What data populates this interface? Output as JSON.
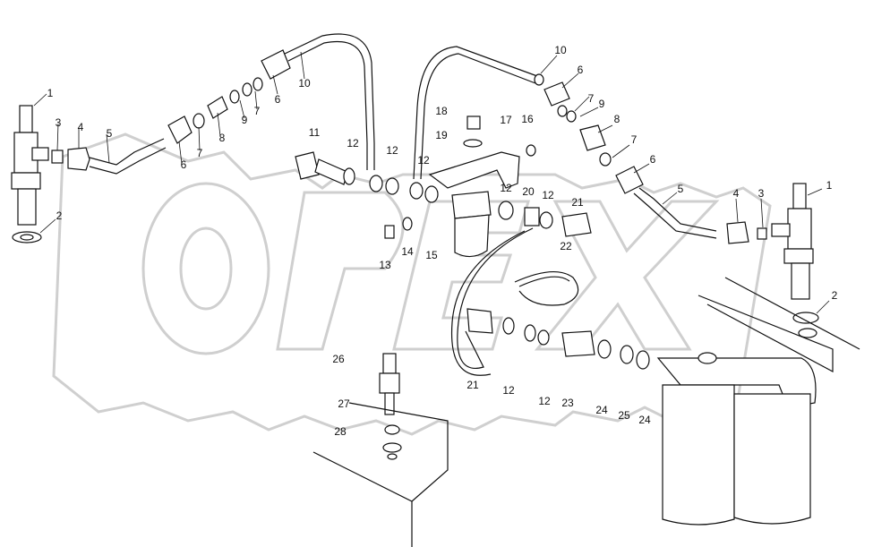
{
  "watermark": "OPEX",
  "colors": {
    "line": "#111111",
    "watermark": "#cfcfcf",
    "background": "#ffffff"
  },
  "callouts": [
    "1",
    "2",
    "3",
    "4",
    "5",
    "6",
    "7",
    "8",
    "9",
    "10",
    "11",
    "12",
    "13",
    "14",
    "15",
    "16",
    "17",
    "18",
    "19",
    "20",
    "21",
    "22",
    "23",
    "24",
    "25",
    "26",
    "27",
    "28"
  ],
  "labels": [
    {
      "n": "1"
    },
    {
      "n": "2"
    },
    {
      "n": "3"
    },
    {
      "n": "4"
    },
    {
      "n": "5"
    },
    {
      "n": "6"
    },
    {
      "n": "7"
    },
    {
      "n": "8"
    },
    {
      "n": "9"
    },
    {
      "n": "7"
    },
    {
      "n": "6"
    },
    {
      "n": "10"
    },
    {
      "n": "10"
    },
    {
      "n": "6"
    },
    {
      "n": "7"
    },
    {
      "n": "9"
    },
    {
      "n": "8"
    },
    {
      "n": "7"
    },
    {
      "n": "6"
    },
    {
      "n": "5"
    },
    {
      "n": "4"
    },
    {
      "n": "3"
    },
    {
      "n": "1"
    },
    {
      "n": "2"
    },
    {
      "n": "11"
    },
    {
      "n": "12"
    },
    {
      "n": "12"
    },
    {
      "n": "12"
    },
    {
      "n": "18"
    },
    {
      "n": "19"
    },
    {
      "n": "17"
    },
    {
      "n": "16"
    },
    {
      "n": "12"
    },
    {
      "n": "20"
    },
    {
      "n": "12"
    },
    {
      "n": "21"
    },
    {
      "n": "13"
    },
    {
      "n": "14"
    },
    {
      "n": "15"
    },
    {
      "n": "22"
    },
    {
      "n": "21"
    },
    {
      "n": "12"
    },
    {
      "n": "12"
    },
    {
      "n": "23"
    },
    {
      "n": "24"
    },
    {
      "n": "25"
    },
    {
      "n": "24"
    },
    {
      "n": "26"
    },
    {
      "n": "27"
    },
    {
      "n": "28"
    }
  ]
}
